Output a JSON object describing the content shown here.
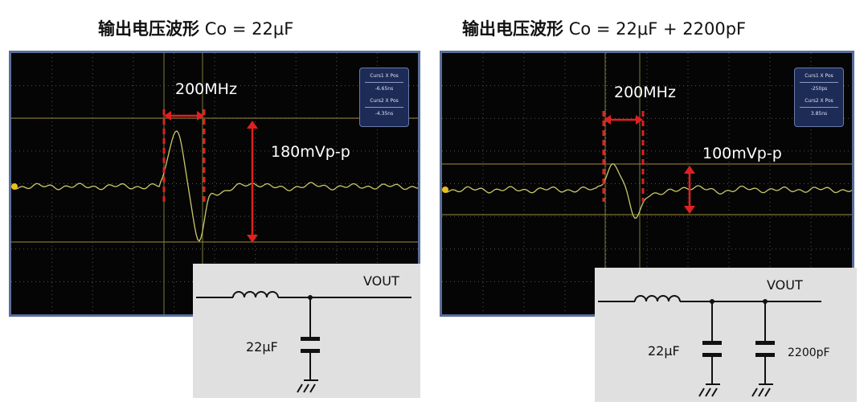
{
  "left": {
    "title_cn": "输出电压波形",
    "title_en": "Co = 22μF",
    "freq": "200MHz",
    "amp": "180mVp-p",
    "cursor1_label": "Curs1 X Pos",
    "cursor1_value": "-6.65ns",
    "cursor2_label": "Curs2 X Pos",
    "cursor2_value": "-4.35ns",
    "vout": "VOUT",
    "cap1": "22μF"
  },
  "right": {
    "title_cn": "输出电压波形",
    "title_en": "Co = 22μF + 2200pF",
    "freq": "200MHz",
    "amp": "100mVp-p",
    "cursor1_label": "Curs1 X Pos",
    "cursor1_value": "-250ps",
    "cursor2_label": "Curs2 X Pos",
    "cursor2_value": "3.85ns",
    "vout": "VOUT",
    "cap1": "22μF",
    "cap2": "2200pF"
  },
  "colors": {
    "trace": "#c8c86a",
    "marker": "#e02020",
    "cursor": "#a08a3a",
    "frame": "#5a6f98"
  }
}
